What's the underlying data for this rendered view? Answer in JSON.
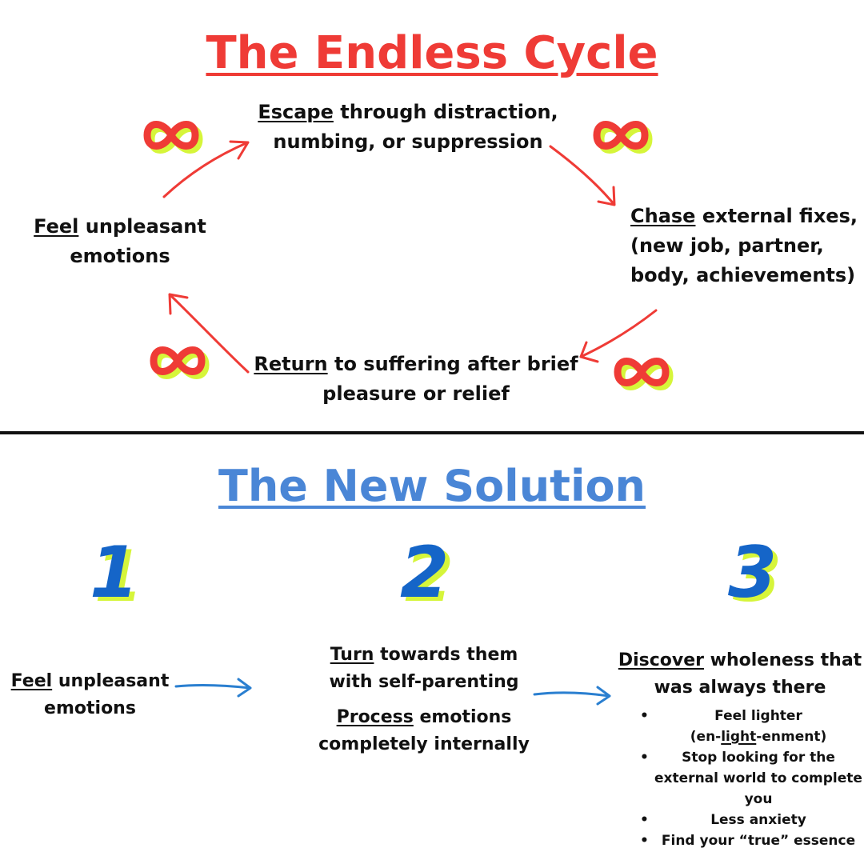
{
  "cycle": {
    "title": "The Endless Cycle",
    "escape": {
      "keyword": "Escape",
      "rest": " through distraction,",
      "line2": "numbing, or suppression"
    },
    "chase": {
      "keyword": "Chase",
      "rest": " external fixes,",
      "line2": "(new job, partner,",
      "line3": "body, achievements)"
    },
    "return": {
      "keyword": "Return",
      "rest": " to suffering after brief",
      "line2": "pleasure or relief"
    },
    "feel": {
      "keyword": "Feel",
      "rest": " unpleasant",
      "line2": "emotions"
    }
  },
  "solution": {
    "title": "The New Solution",
    "numbers": [
      "1",
      "2",
      "3"
    ],
    "step1": {
      "keyword": "Feel",
      "rest": " unpleasant",
      "line2": "emotions"
    },
    "step2": {
      "keyword": "Turn",
      "rest": " towards them",
      "line2": "with self-parenting",
      "keyword2": "Process",
      "rest2": " emotions",
      "line4": "completely internally"
    },
    "step3": {
      "keyword": "Discover",
      "rest": " wholeness that",
      "line2": "was always there",
      "bullets": [
        {
          "text": "Feel lighter"
        },
        {
          "pre": "(en-",
          "mid": "light",
          "post": "-enment)"
        },
        {
          "text": "Stop looking for the external world to complete you"
        },
        {
          "text": "Less anxiety"
        },
        {
          "text": "Find your “true” essence"
        }
      ]
    }
  },
  "colors": {
    "cycle_red": "#ef3b36",
    "solution_blue": "#4a86d6",
    "number_blue": "#1565c8",
    "highlight_lime": "#d6f53a",
    "arrow_blue": "#2a7fd0"
  },
  "icons": {
    "cycle_marker": "infinity-icon"
  }
}
